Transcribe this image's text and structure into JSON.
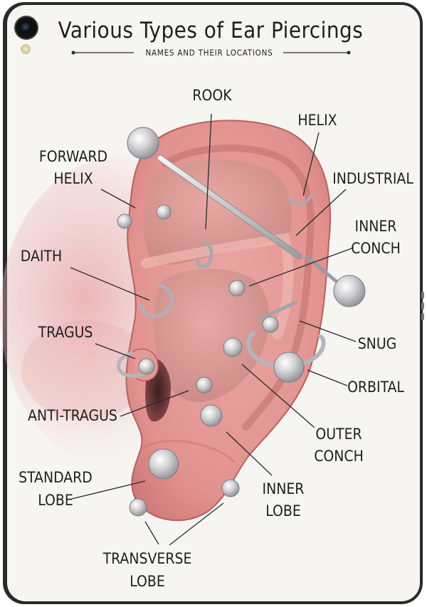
{
  "title": "Various Types of Ear Piercings",
  "subtitle": "NAMES AND THEIR LOCATIONS",
  "colors": {
    "ink": "#1f1f1f",
    "skin": "#e9a7a1",
    "skin_dark": "#c9736f",
    "skin_shadow": "#9e4f4e",
    "watercolor": "#e6a2a5",
    "metal": "#c9c9cc"
  },
  "labels": {
    "rook": "ROOK",
    "helix": "HELIX",
    "forward_helix_1": "FORWARD",
    "forward_helix_2": "HELIX",
    "industrial": "INDUSTRIAL",
    "inner_conch_1": "INNER",
    "inner_conch_2": "CONCH",
    "daith": "DAITH",
    "tragus": "TRAGUS",
    "snug": "SNUG",
    "orbital": "ORBITAL",
    "anti_tragus": "ANTI-TRAGUS",
    "outer_conch_1": "OUTER",
    "outer_conch_2": "CONCH",
    "standard_lobe_1": "STANDARD",
    "standard_lobe_2": "LOBE",
    "inner_lobe_1": "INNER",
    "inner_lobe_2": "LOBE",
    "transverse_lobe_1": "TRANSVERSE",
    "transverse_lobe_2": "LOBE"
  }
}
